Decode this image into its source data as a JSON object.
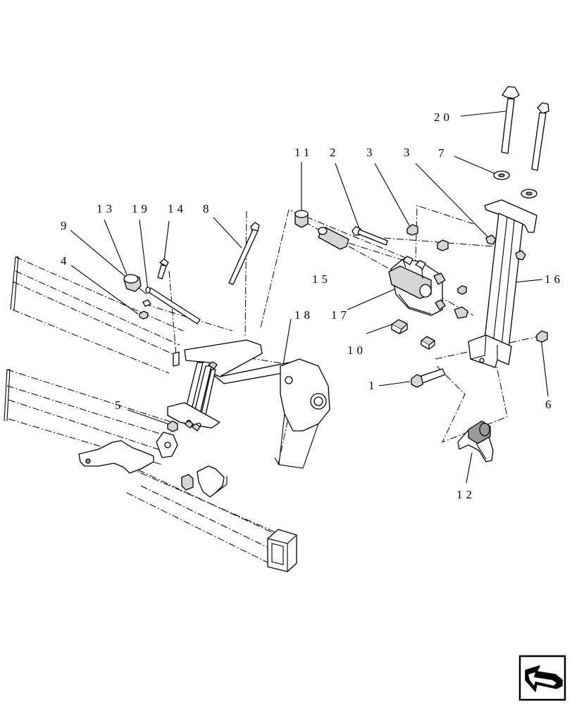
{
  "labels": {
    "l1": "1",
    "l2": "2",
    "l3a": "3",
    "l3b": "3",
    "l4": "4",
    "l5": "5",
    "l6": "6",
    "l7": "7",
    "l8": "8",
    "l9": "9",
    "l10": "10",
    "l11": "11",
    "l12": "12",
    "l13": "13",
    "l14": "14",
    "l15": "15",
    "l16": "16",
    "l17": "17",
    "l18": "18",
    "l19": "19",
    "l20": "20"
  },
  "icons": {
    "nav": "previous-page-arrow-icon"
  }
}
